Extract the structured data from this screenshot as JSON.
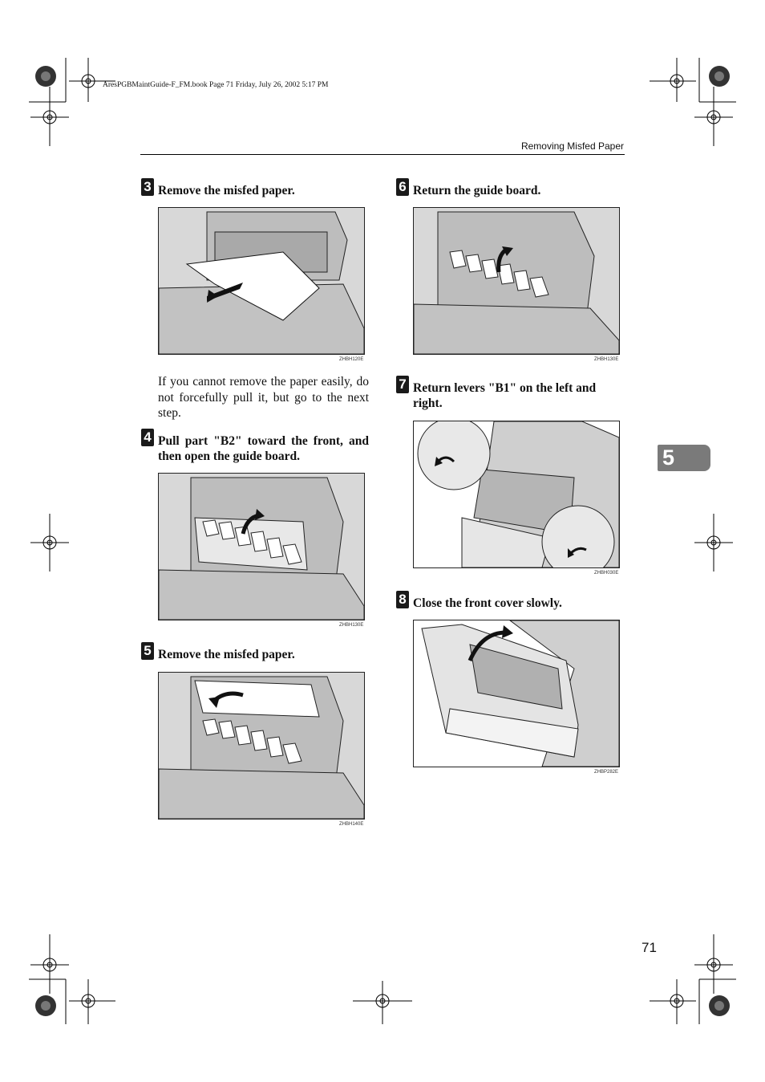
{
  "file_info": "AresPGBMaintGuide-F_FM.book  Page 71  Friday, July 26, 2002  5:17 PM",
  "header": {
    "section_title": "Removing Misfed Paper"
  },
  "chapter_tab": "5",
  "page_number": "71",
  "steps": [
    {
      "number": "3",
      "text": "Remove the misfed paper.",
      "figure_code": "ZHBH120E",
      "note": "If you cannot remove the paper easily, do not forcefully pull it, but go to the next step."
    },
    {
      "number": "4",
      "text": "Pull part \"B2\" toward the front, and then open the guide board.",
      "figure_code": "ZHBH130E"
    },
    {
      "number": "5",
      "text": "Remove the misfed paper.",
      "figure_code": "ZHBH140E"
    },
    {
      "number": "6",
      "text": "Return the guide board.",
      "figure_code": "ZHBH130E"
    },
    {
      "number": "7",
      "text": "Return levers \"B1\" on the left and right.",
      "figure_code": "ZHBH030E"
    },
    {
      "number": "8",
      "text": "Close the front cover slowly.",
      "figure_code": "ZHBP282E"
    }
  ]
}
